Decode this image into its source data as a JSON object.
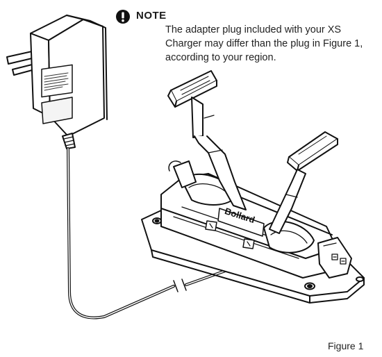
{
  "note": {
    "icon": "exclamation-icon",
    "label": "NOTE",
    "text": "The adapter plug included with your XS Charger may differ  than the plug in Figure 1, according to your region."
  },
  "figure": {
    "caption": "Figure 1",
    "brand_mark": "Bollard"
  }
}
